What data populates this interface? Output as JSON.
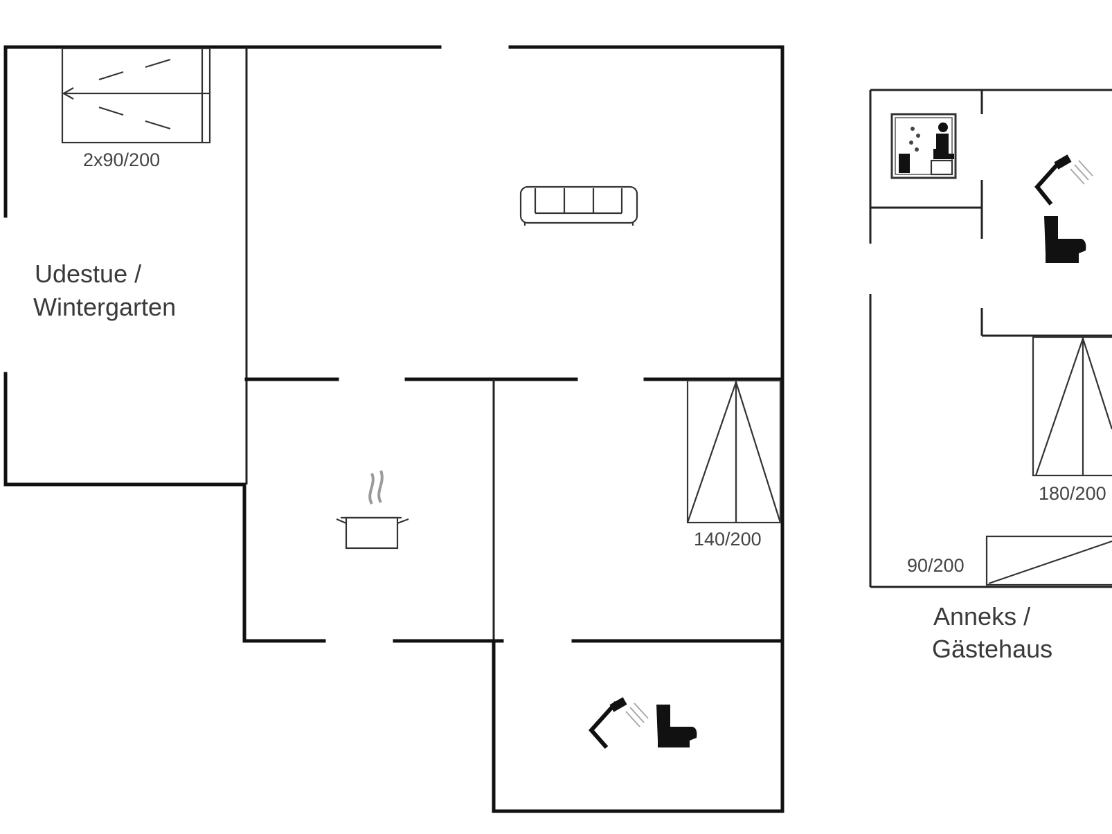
{
  "rooms": {
    "wintergarden": {
      "line1": "Udestue /",
      "line2": "Wintergarten"
    },
    "annex": {
      "line1": "Anneks /",
      "line2": "Gästehaus"
    }
  },
  "beds": {
    "wintergarden_bed": "2x90/200",
    "main_bedroom_bed": "140/200",
    "annex_double_bed": "180/200",
    "annex_single_bed": "90/200"
  },
  "icons": [
    "sofa-icon",
    "cooking-pot-icon",
    "shower-icon",
    "toilet-icon",
    "sauna-icon",
    "bed-icon"
  ],
  "colors": {
    "walls": "#111111",
    "text": "#3a3a3a",
    "background": "#ffffff"
  }
}
